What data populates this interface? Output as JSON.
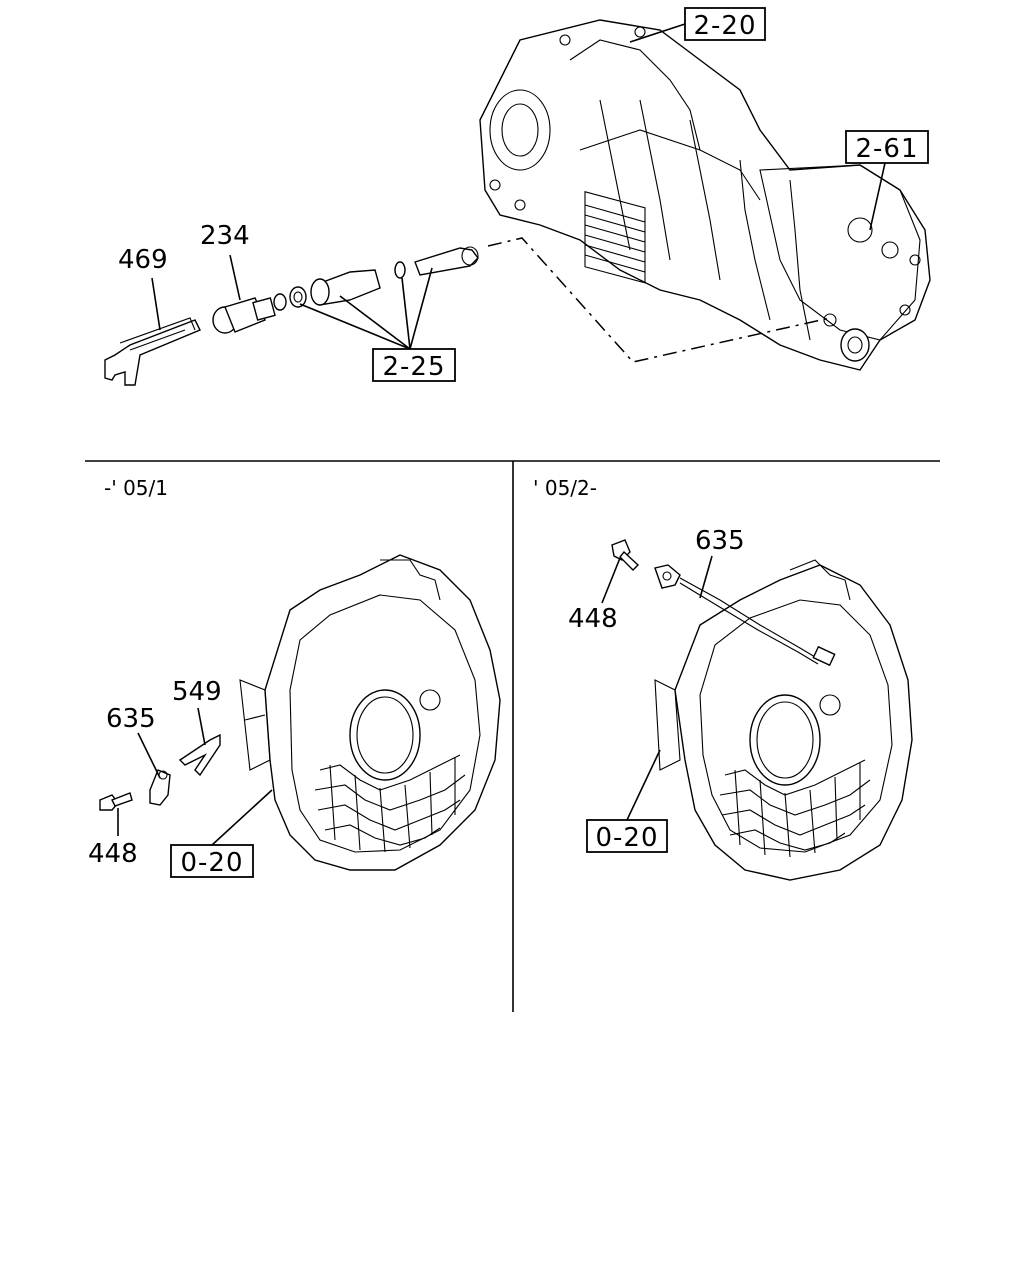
{
  "callouts": {
    "top_2_20": "2-20",
    "top_2_61": "2-61",
    "top_2_25": "2-25",
    "top_469": "469",
    "top_234": "234",
    "left_635": "635",
    "left_549": "549",
    "left_448": "448",
    "left_0_20": "0-20",
    "right_635": "635",
    "right_448": "448",
    "right_0_20": "0-20"
  },
  "sections": {
    "left_label": "-' 05/1",
    "right_label": "' 05/2-"
  }
}
